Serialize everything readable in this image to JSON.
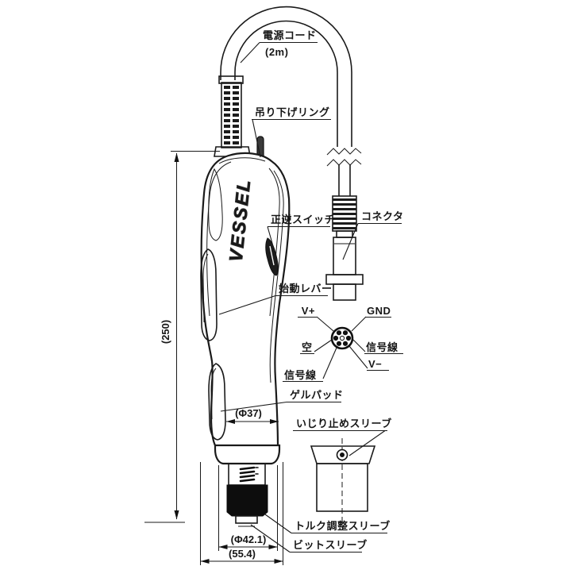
{
  "diagram": {
    "brand_logo": "VESSEL",
    "callouts": {
      "power_cord": "電源コード",
      "cord_length": "(2m)",
      "hanging_ring": "吊り下げリング",
      "forward_reverse_switch": "正逆スイッチ",
      "connector": "コネクタ",
      "start_lever": "始動レバー",
      "gel_pad": "ゲルパッド",
      "tamper_proof_sleeve": "いじり止めスリーブ",
      "torque_adjust_sleeve": "トルク調整スリーブ",
      "bit_sleeve": "ビットスリーブ"
    },
    "connector_pinout": {
      "v_plus": "V+",
      "gnd": "GND",
      "empty": "空",
      "signal_line_right": "信号線",
      "v_minus": "V−",
      "signal_line_left": "信号線"
    },
    "dimensions": {
      "overall_length": "(250)",
      "grip_diameter": "(Φ37)",
      "sleeve_diameter": "(Φ42.1)",
      "base_width": "(55.4)"
    },
    "colors": {
      "line": "#1a1a1a",
      "background": "#ffffff",
      "solid_fill": "#111111"
    }
  }
}
